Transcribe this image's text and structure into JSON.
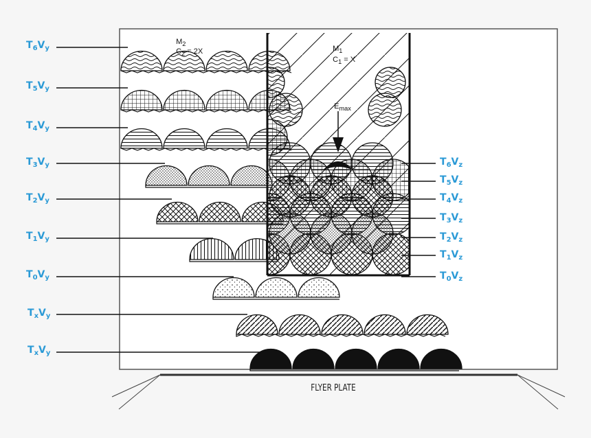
{
  "caption": "FLYER PLATE",
  "annotations": {
    "m2": "M",
    "m2_sub": "2",
    "c2": "C",
    "c2_sub": "2",
    "c2_eq": "= 2X",
    "m1": "M",
    "m1_sub": "1",
    "c1": "C",
    "c1_sub": "1",
    "c1_eq": "= X",
    "emax": "E",
    "emax_sub": "max"
  },
  "left_labels": [
    {
      "t": "T",
      "ts": "6",
      "v": "V",
      "vs": "y"
    },
    {
      "t": "T",
      "ts": "5",
      "v": "V",
      "vs": "y"
    },
    {
      "t": "T",
      "ts": "4",
      "v": "V",
      "vs": "y"
    },
    {
      "t": "T",
      "ts": "3",
      "v": "V",
      "vs": "y"
    },
    {
      "t": "T",
      "ts": "2",
      "v": "V",
      "vs": "y"
    },
    {
      "t": "T",
      "ts": "1",
      "v": "V",
      "vs": "y"
    },
    {
      "t": "T",
      "ts": "0",
      "v": "V",
      "vs": "y"
    },
    {
      "t": "T",
      "ts": "x",
      "v": "V",
      "vs": "y"
    },
    {
      "t": "T",
      "ts": "x",
      "v": "V",
      "vs": "y"
    }
  ],
  "right_labels": [
    {
      "t": "T",
      "ts": "6",
      "v": "V",
      "vs": "z"
    },
    {
      "t": "T",
      "ts": "5",
      "v": "V",
      "vs": "z"
    },
    {
      "t": "T",
      "ts": "4",
      "v": "V",
      "vs": "z"
    },
    {
      "t": "T",
      "ts": "3",
      "v": "V",
      "vs": "z"
    },
    {
      "t": "T",
      "ts": "2",
      "v": "V",
      "vs": "z"
    },
    {
      "t": "T",
      "ts": "1",
      "v": "V",
      "vs": "z"
    },
    {
      "t": "T",
      "ts": "0",
      "v": "V",
      "vs": "z"
    }
  ],
  "colors": {
    "label": "#2b9ad6",
    "ink": "#111111",
    "panel": "#ffffff",
    "page": "#f6f6f6"
  }
}
